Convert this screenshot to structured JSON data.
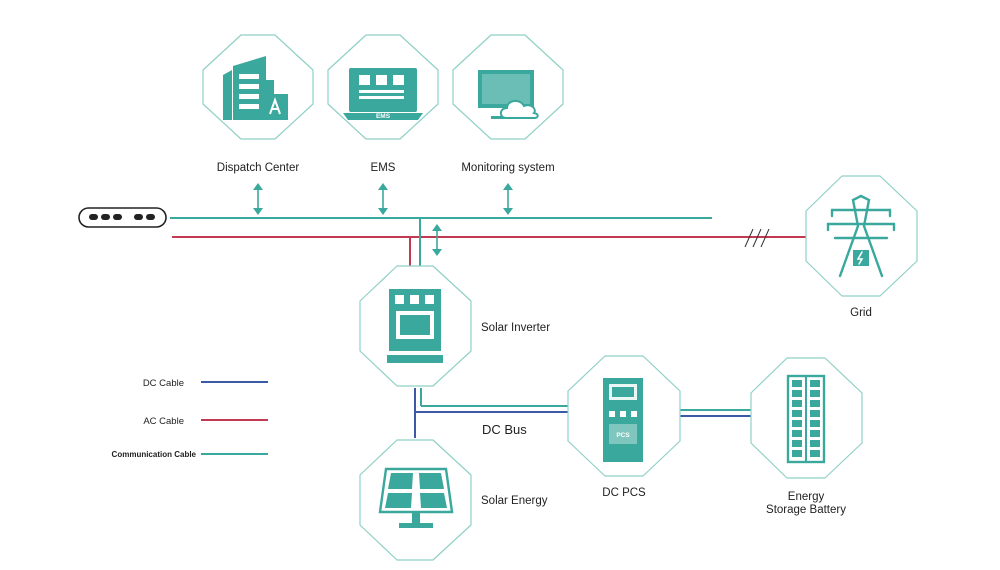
{
  "nodes": {
    "dispatch": {
      "label": "Dispatch Center"
    },
    "ems": {
      "label": "EMS",
      "screen_tag": "EMS"
    },
    "monitoring": {
      "label": "Monitoring system"
    },
    "grid": {
      "label": "Grid"
    },
    "inverter": {
      "label": "Solar Inverter"
    },
    "solar": {
      "label": "Solar Energy"
    },
    "pcs": {
      "label": "DC PCS",
      "screen_tag": "PCS"
    },
    "battery": {
      "label_line1": "Energy",
      "label_line2": "Storage Battery"
    }
  },
  "bus_label": "DC Bus",
  "legend": {
    "dc": {
      "label": "DC Cable",
      "color": "#3a5aa8"
    },
    "ac": {
      "label": "AC Cable",
      "color": "#c23a52"
    },
    "comm": {
      "label": "Communication Cable",
      "color": "#3aa89c"
    }
  },
  "colors": {
    "teal": "#3aa89c",
    "hex_border": "#8fd0c6"
  }
}
